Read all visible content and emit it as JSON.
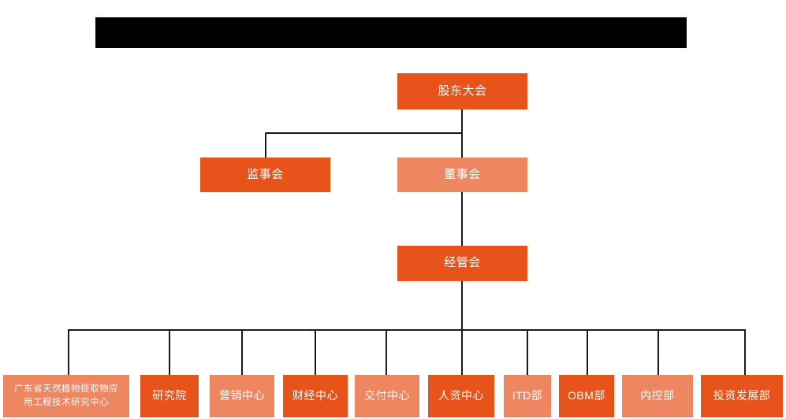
{
  "page": {
    "title_bar": {
      "name": "redacted-title-bar",
      "text": ""
    },
    "colors": {
      "accent_dark": "#E8521B",
      "accent_light": "#ED8661",
      "connector": "#1a1a1a",
      "background": "#FFFFFF",
      "redaction": "#000000",
      "node_text": "#FFFFFF"
    }
  },
  "chart_data": {
    "type": "org-chart",
    "title": "",
    "levels": [
      {
        "level": 1,
        "nodes": [
          {
            "id": "shareholders",
            "label": "股东大会",
            "tone": "dark"
          }
        ]
      },
      {
        "level": 2,
        "nodes": [
          {
            "id": "supervisory",
            "label": "监事会",
            "tone": "dark"
          },
          {
            "id": "board",
            "label": "董事会",
            "tone": "light"
          }
        ]
      },
      {
        "level": 3,
        "nodes": [
          {
            "id": "management",
            "label": "经管会",
            "tone": "dark"
          }
        ]
      },
      {
        "level": 4,
        "nodes": [
          {
            "id": "research-center",
            "label": "广东省天然植物提取物应\n用工程技术研究中心",
            "tone": "light"
          },
          {
            "id": "institute",
            "label": "研究院",
            "tone": "dark"
          },
          {
            "id": "marketing",
            "label": "营销中心",
            "tone": "light"
          },
          {
            "id": "finance",
            "label": "财经中心",
            "tone": "dark"
          },
          {
            "id": "delivery",
            "label": "交付中心",
            "tone": "light"
          },
          {
            "id": "hr",
            "label": "人资中心",
            "tone": "dark"
          },
          {
            "id": "itd",
            "label": "ITD部",
            "tone": "light"
          },
          {
            "id": "obm",
            "label": "OBM部",
            "tone": "dark"
          },
          {
            "id": "internal-control",
            "label": "内控部",
            "tone": "light"
          },
          {
            "id": "investment",
            "label": "投资发展部",
            "tone": "dark"
          }
        ]
      }
    ],
    "edges": [
      {
        "from": "shareholders",
        "to": "supervisory"
      },
      {
        "from": "shareholders",
        "to": "board"
      },
      {
        "from": "board",
        "to": "management"
      },
      {
        "from": "management",
        "to": "research-center"
      },
      {
        "from": "management",
        "to": "institute"
      },
      {
        "from": "management",
        "to": "marketing"
      },
      {
        "from": "management",
        "to": "finance"
      },
      {
        "from": "management",
        "to": "delivery"
      },
      {
        "from": "management",
        "to": "hr"
      },
      {
        "from": "management",
        "to": "itd"
      },
      {
        "from": "management",
        "to": "obm"
      },
      {
        "from": "management",
        "to": "internal-control"
      },
      {
        "from": "management",
        "to": "investment"
      }
    ]
  }
}
